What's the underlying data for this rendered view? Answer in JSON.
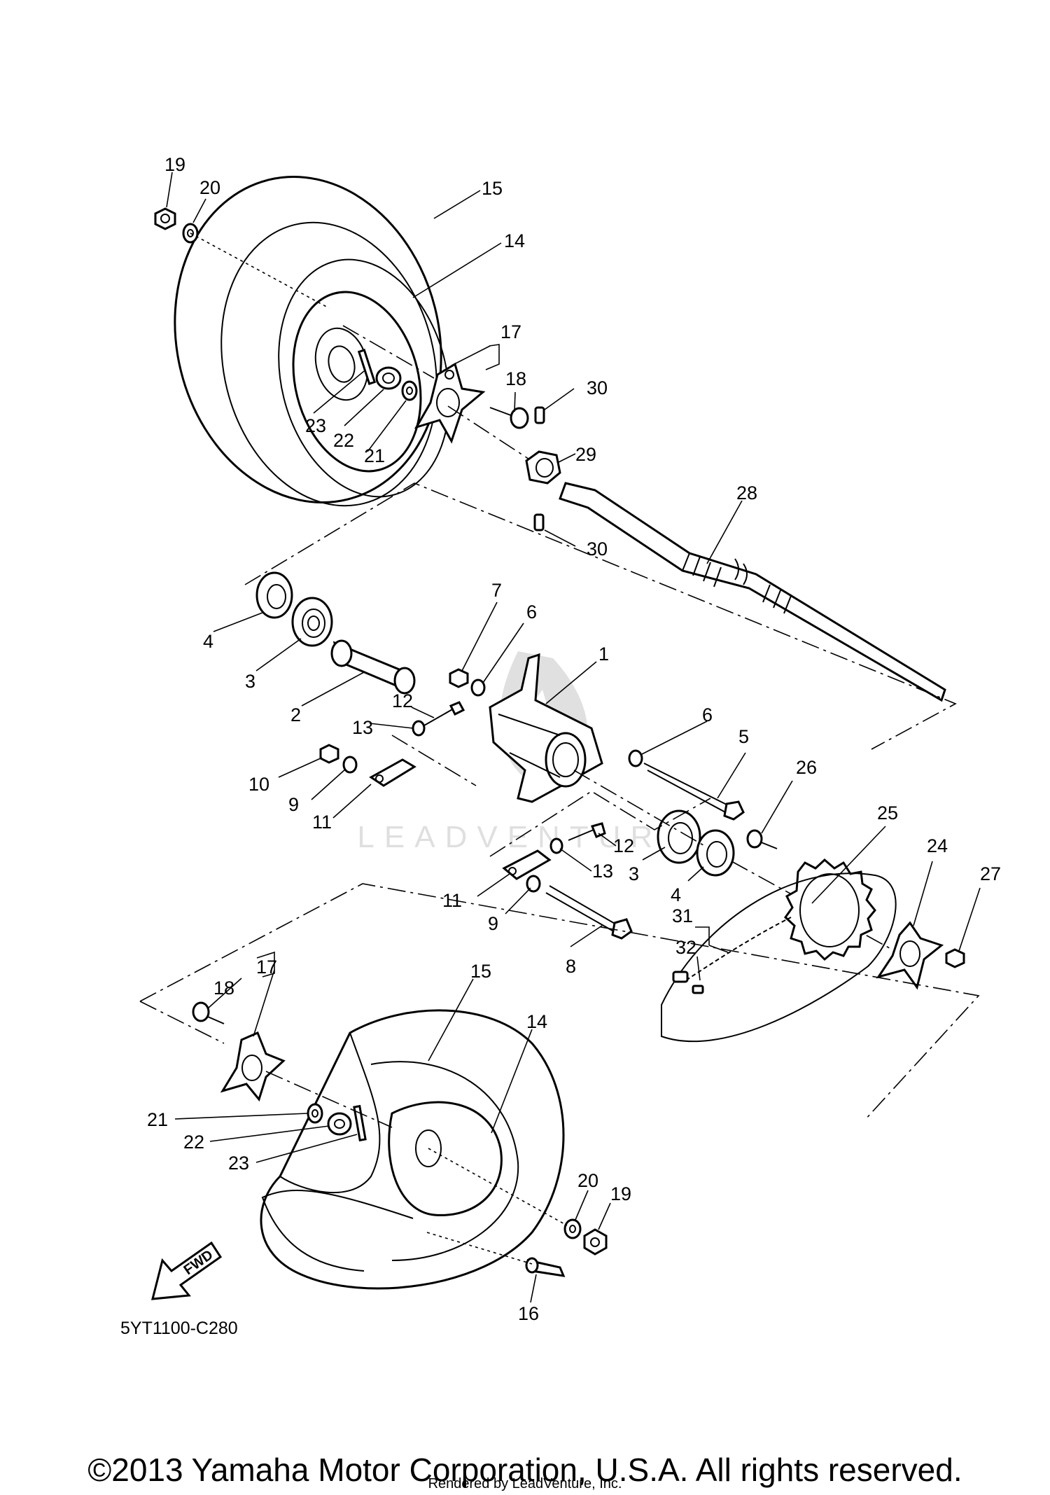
{
  "diagram": {
    "code": "5YT1100-C280",
    "fwd_label": "FWD",
    "watermark": "LEADVENTURE",
    "callouts": [
      {
        "id": "c19a",
        "label": "19"
      },
      {
        "id": "c20a",
        "label": "20"
      },
      {
        "id": "c15a",
        "label": "15"
      },
      {
        "id": "c14a",
        "label": "14"
      },
      {
        "id": "c17a",
        "label": "17"
      },
      {
        "id": "c18a",
        "label": "18"
      },
      {
        "id": "c30a",
        "label": "30"
      },
      {
        "id": "c23a",
        "label": "23"
      },
      {
        "id": "c22a",
        "label": "22"
      },
      {
        "id": "c21a",
        "label": "21"
      },
      {
        "id": "c29",
        "label": "29"
      },
      {
        "id": "c28",
        "label": "28"
      },
      {
        "id": "c30b",
        "label": "30"
      },
      {
        "id": "c4a",
        "label": "4"
      },
      {
        "id": "c3a",
        "label": "3"
      },
      {
        "id": "c2",
        "label": "2"
      },
      {
        "id": "c7",
        "label": "7"
      },
      {
        "id": "c6a",
        "label": "6"
      },
      {
        "id": "c1",
        "label": "1"
      },
      {
        "id": "c12a",
        "label": "12"
      },
      {
        "id": "c13a",
        "label": "13"
      },
      {
        "id": "c10",
        "label": "10"
      },
      {
        "id": "c9a",
        "label": "9"
      },
      {
        "id": "c11a",
        "label": "11"
      },
      {
        "id": "c6b",
        "label": "6"
      },
      {
        "id": "c5",
        "label": "5"
      },
      {
        "id": "c26",
        "label": "26"
      },
      {
        "id": "c25",
        "label": "25"
      },
      {
        "id": "c24",
        "label": "24"
      },
      {
        "id": "c27",
        "label": "27"
      },
      {
        "id": "c12b",
        "label": "12"
      },
      {
        "id": "c13b",
        "label": "13"
      },
      {
        "id": "c3b",
        "label": "3"
      },
      {
        "id": "c4b",
        "label": "4"
      },
      {
        "id": "c11b",
        "label": "11"
      },
      {
        "id": "c9b",
        "label": "9"
      },
      {
        "id": "c8",
        "label": "8"
      },
      {
        "id": "c31",
        "label": "31"
      },
      {
        "id": "c32",
        "label": "32"
      },
      {
        "id": "c15b",
        "label": "15"
      },
      {
        "id": "c14b",
        "label": "14"
      },
      {
        "id": "c17b",
        "label": "17"
      },
      {
        "id": "c18b",
        "label": "18"
      },
      {
        "id": "c21b",
        "label": "21"
      },
      {
        "id": "c22b",
        "label": "22"
      },
      {
        "id": "c23b",
        "label": "23"
      },
      {
        "id": "c20b",
        "label": "20"
      },
      {
        "id": "c19b",
        "label": "19"
      },
      {
        "id": "c16",
        "label": "16"
      }
    ]
  },
  "footer": {
    "copyright": "©2013 Yamaha Motor Corporation, U.S.A. All rights reserved.",
    "rendered_by": "Rendered by LeadVenture, Inc."
  }
}
